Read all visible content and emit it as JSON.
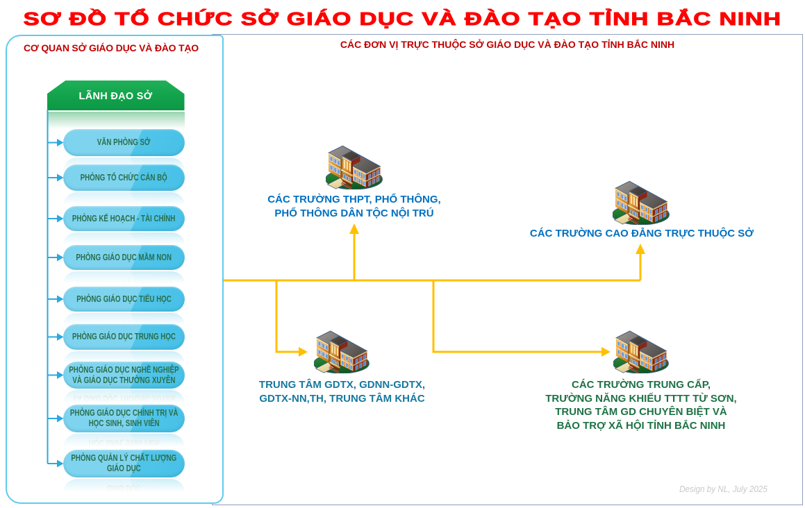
{
  "title": "SƠ ĐỒ TỔ CHỨC SỞ GIÁO DỤC VÀ ĐÀO TẠO TỈNH BẮC NINH",
  "left_panel": {
    "header": "CƠ QUAN SỞ GIÁO DỤC VÀ ĐÀO TẠO",
    "leader_box": "LÃNH ĐẠO SỞ",
    "departments": [
      {
        "lines": [
          "VĂN PHÒNG SỞ"
        ]
      },
      {
        "lines": [
          "PHÒNG TỔ CHỨC CÁN BỘ"
        ]
      },
      {
        "lines": [
          "PHÒNG KẾ HOẠCH - TÀI CHÍNH"
        ]
      },
      {
        "lines": [
          "PHÒNG GIÁO DỤC MẦM NON"
        ]
      },
      {
        "lines": [
          "PHÒNG GIÁO DỤC TIỂU HỌC"
        ]
      },
      {
        "lines": [
          "PHÒNG GIÁO DỤC TRUNG HỌC"
        ]
      },
      {
        "lines": [
          "PHÒNG GIÁO DỤC NGHỀ NGHIỆP",
          "VÀ GIÁO DỤC THƯỜNG XUYÊN"
        ]
      },
      {
        "lines": [
          "PHÒNG GIÁO DỤC CHÍNH TRỊ VÀ",
          "HỌC SINH, SINH VIÊN"
        ]
      },
      {
        "lines": [
          "PHÒNG QUẢN LÝ CHẤT LƯỢNG",
          "GIÁO DỤC"
        ]
      }
    ]
  },
  "right_panel": {
    "header": "CÁC ĐƠN VỊ TRỰC THUỘC SỞ GIÁO DỤC VÀ ĐÀO TẠO TỈNH BẮC NINH",
    "units": [
      {
        "lines": [
          "CÁC TRƯỜNG THPT, PHỔ THÔNG,",
          "PHỔ THÔNG DÂN TỘC NỘI TRÚ"
        ],
        "color": "#0070C0",
        "icon": "school-building"
      },
      {
        "lines": [
          "CÁC TRƯỜNG CAO ĐẲNG TRỰC THUỘC SỞ"
        ],
        "color": "#0070C0",
        "icon": "school-building"
      },
      {
        "lines": [
          "TRUNG TÂM GDTX, GDNN-GDTX,",
          "GDTX-NN,TH, TRUNG TÂM KHÁC"
        ],
        "color": "#17789F",
        "icon": "school-building"
      },
      {
        "lines": [
          "CÁC TRƯỜNG TRUNG CẤP,",
          "TRƯỜNG NĂNG KHIẾU TTTT TỪ SƠN,",
          "TRUNG TÂM GD CHUYÊN BIỆT VÀ",
          "BẢO TRỢ XÃ HỘI TỈNH BẮC NINH"
        ],
        "color": "#1E7145",
        "icon": "school-building"
      }
    ]
  },
  "credit": "Design by NL, July 2025",
  "colors": {
    "title_red": "#FE0000",
    "header_red": "#C00000",
    "leader_green": "#12A24B",
    "pill_blue_light": "#7ED4EF",
    "pill_blue_dark": "#4EC3E8",
    "pill_text_green": "#2B6E4B",
    "connector_blue": "#2AA9DF",
    "connector_yellow": "#FFC000",
    "left_panel_border": "#5FCBEE",
    "right_panel_border": "#8E9FBC"
  }
}
